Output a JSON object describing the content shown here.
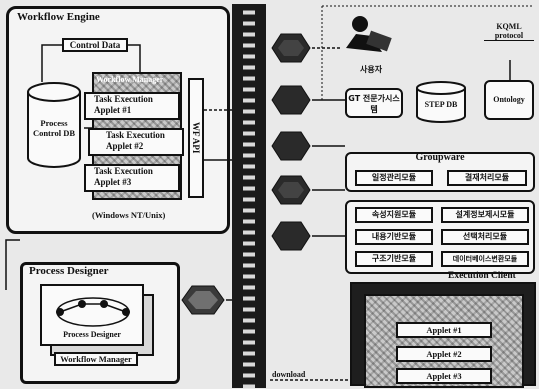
{
  "workflow_engine": {
    "title": "Workflow Engine",
    "control_data": "Control Data",
    "db_label": "Process Control DB",
    "workflow_label": "Workflow Manager",
    "tasks": [
      {
        "name": "Task Execution",
        "applet": "Applet #1"
      },
      {
        "name": "Task Execution",
        "applet": "Applet #2"
      },
      {
        "name": "Task Execution",
        "applet": "Applet #3"
      }
    ],
    "wf_api": "WF API",
    "platform": "(Windows NT/Unix)"
  },
  "process_designer": {
    "title": "Process Designer",
    "inner_label": "Process Designer",
    "manager_label": "Workflow Manager"
  },
  "user": {
    "label": "사용자"
  },
  "kqml": {
    "label": "KQML protocol"
  },
  "services": {
    "gt": "GT 전문가시스템",
    "step_db": "STEP DB",
    "ontology": "Ontology"
  },
  "groupware": {
    "title": "Groupware",
    "items": [
      "일정관리모듈",
      "결재처리모듈"
    ]
  },
  "modules": {
    "items": [
      "속성지원모듈",
      "설계정보제시모듈",
      "내용기반모듈",
      "선택처리모듈",
      "구조기반모듈",
      "데이터베이스변환모듈"
    ]
  },
  "execution_client": {
    "title": "Execution Client",
    "applets": [
      "Applet #1",
      "Applet #2",
      "Applet #3"
    ],
    "download": "download"
  },
  "colors": {
    "line": "#111111",
    "panel": "#f4f4f4",
    "hatch": "#c9c9c9"
  }
}
